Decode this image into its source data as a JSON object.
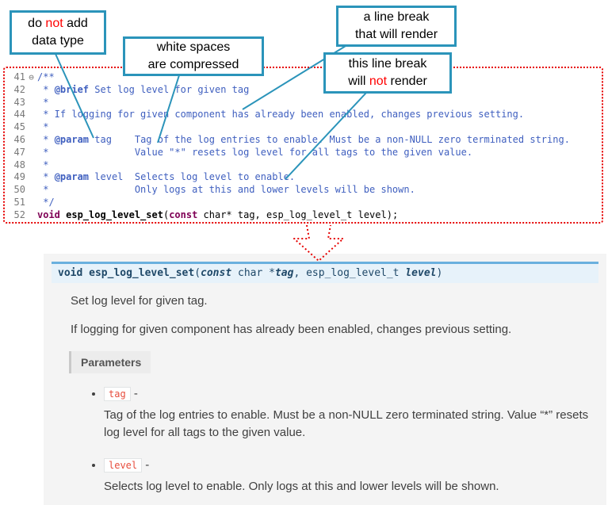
{
  "colors": {
    "accent_teal": "#2b94ba",
    "alert_red": "#ff0000",
    "frame_red": "#e60000",
    "comment_blue": "#3f5fbf",
    "keyword_purple": "#7f0055",
    "sig_border_blue": "#6ab0de",
    "literal_red": "#e74c3c"
  },
  "callouts": {
    "datatype": {
      "line1_a": "do ",
      "line1_red": "not",
      "line1_b": " add",
      "line2": "data type"
    },
    "whitespace": {
      "line1": "white spaces",
      "line2": "are  compressed"
    },
    "break_render": {
      "line1": "a line break",
      "line2": "that will render"
    },
    "break_norender": {
      "line1": "this line break",
      "line2_a": "will ",
      "line2_red": "not",
      "line2_b": " render"
    }
  },
  "code": {
    "fold_marker": "⊖",
    "lines": [
      {
        "num": "41",
        "text": "/**"
      },
      {
        "num": "42",
        "pre": " * ",
        "tag": "@brief",
        "rest": " Set log level for given tag"
      },
      {
        "num": "43",
        "text": " *"
      },
      {
        "num": "44",
        "text": " * If logging for given component has already been enabled, changes previous setting."
      },
      {
        "num": "45",
        "text": " *"
      },
      {
        "num": "46",
        "pre": " * ",
        "tag": "@param",
        "rest": " tag    Tag of the log entries to enable. Must be a non-NULL zero terminated string."
      },
      {
        "num": "47",
        "text": " *               Value \"*\" resets log level for all tags to the given value."
      },
      {
        "num": "48",
        "text": " *"
      },
      {
        "num": "49",
        "pre": " * ",
        "tag": "@param",
        "rest": " level  Selects log level to enable."
      },
      {
        "num": "50",
        "text": " *               Only logs at this and lower levels will be shown."
      },
      {
        "num": "51",
        "text": " */"
      },
      {
        "num": "52",
        "kw1": "void ",
        "name": "esp_log_level_set",
        "p_open": "(",
        "kw2": "const",
        "rest": " char* tag, esp_log_level_t level);"
      }
    ]
  },
  "doc": {
    "signature": {
      "ret": "void ",
      "name": "esp_log_level_set",
      "paren_open": "(",
      "const_kw": "const",
      "ptr": "  char *",
      "arg1": "tag",
      "comma": ", ",
      "type2": "esp_log_level_t ",
      "arg2": "level",
      "paren_close": ")"
    },
    "brief": "Set log level for given tag.",
    "details": "If logging for given component has already been enabled, changes previous setting.",
    "parameters_label": "Parameters",
    "params": [
      {
        "name": "tag",
        "sep": " -",
        "desc": "Tag of the log entries to enable. Must be a non-NULL zero terminated string. Value “*” resets log level for all tags to the given value."
      },
      {
        "name": "level",
        "sep": " -",
        "desc": "Selects log level to enable. Only logs at this and lower levels will be shown."
      }
    ]
  }
}
